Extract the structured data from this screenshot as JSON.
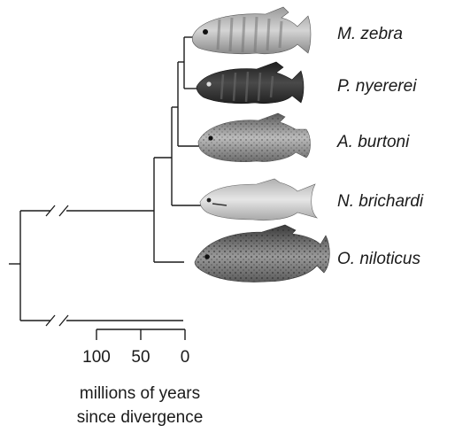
{
  "tree": {
    "species": [
      {
        "name": "M. zebra",
        "fish_icon": "fish-m-zebra-icon"
      },
      {
        "name": "P. nyererei",
        "fish_icon": "fish-p-nyererei-icon"
      },
      {
        "name": "A. burtoni",
        "fish_icon": "fish-a-burtoni-icon"
      },
      {
        "name": "N. brichardi",
        "fish_icon": "fish-n-brichardi-icon"
      },
      {
        "name": "O. niloticus",
        "fish_icon": "fish-o-niloticus-icon"
      }
    ]
  },
  "axis": {
    "ticks": [
      "100",
      "50",
      "0"
    ],
    "title_line1": "millions of years",
    "title_line2": "since divergence"
  },
  "colors": {
    "line": "#1a1a1a",
    "fish_light": "#bdbdbd",
    "fish_mid": "#8a8a8a",
    "fish_dark": "#2e2e2e"
  }
}
